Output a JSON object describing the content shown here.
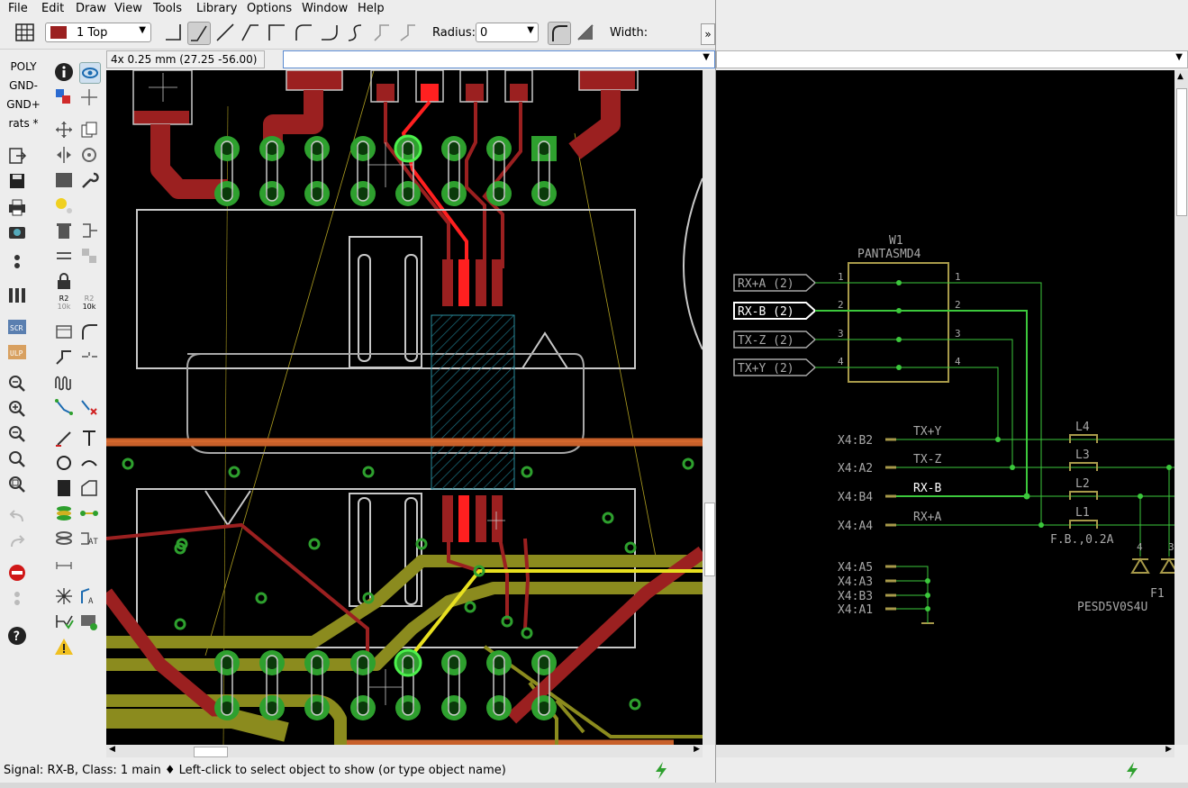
{
  "menu": [
    "File",
    "Edit",
    "Draw",
    "View",
    "Tools",
    "Library",
    "Options",
    "Window",
    "Help"
  ],
  "toolbar": {
    "layer": "1 Top",
    "radius_label": "Radius:",
    "radius_value": "0",
    "width_label": "Width:",
    "more": "»"
  },
  "coords": "4x 0.25 mm (27.25 -56.00)",
  "layers_panel": [
    "POLY",
    "GND-",
    "GND+",
    "rats *"
  ],
  "tool_labels": {
    "r2_a": "R2",
    "r2_a_sub": "10k",
    "r2_b": "R2",
    "r2_b_sub": "10k"
  },
  "status": {
    "left_text": "Signal: RX-B, Class: 1 main  ♦ Left-click to select object to show (or type object name)"
  },
  "schematic": {
    "part_name": "W1",
    "part_value": "PANTASMD4",
    "ports": [
      "RX+A (2)",
      "RX-B (2)",
      "TX-Z (2)",
      "TX+Y (2)"
    ],
    "pins_left": [
      "1",
      "2",
      "3",
      "4"
    ],
    "pins_right": [
      "1",
      "2",
      "3",
      "4"
    ],
    "nets": [
      "X4:B2",
      "X4:A2",
      "X4:B4",
      "X4:A4"
    ],
    "net_labels": [
      "TX+Y",
      "TX-Z",
      "RX-B",
      "RX+A"
    ],
    "inductors": [
      "L4",
      "L3",
      "L2",
      "L1"
    ],
    "inductor_value": "F.B.,0.2A",
    "gnd_nets": [
      "X4:A5",
      "X4:A3",
      "X4:B3",
      "X4:A1"
    ],
    "diode_pins": [
      "4",
      "3"
    ],
    "fuse_name": "F1",
    "fuse_value": "PESD5V0S4U"
  },
  "colors": {
    "trace_top": "#9b2020",
    "trace_hilite": "#ff2020",
    "trace_bottom": "#8b8b1e",
    "pad_green": "#2ea02e",
    "silk": "#c8c8c8",
    "net_green": "#3cc83c",
    "symbol_olive": "#a89a4a"
  }
}
